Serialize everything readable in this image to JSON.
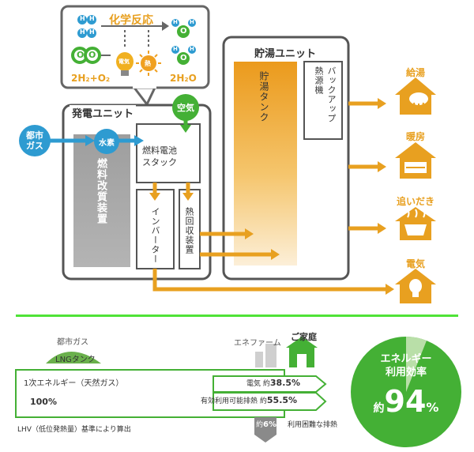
{
  "reaction": {
    "title": "化学反応",
    "h": "H",
    "o": "O",
    "reactants": "2H₂+O₂",
    "product": "2H₂O",
    "denki_label": "電気",
    "netsu_label": "熱"
  },
  "power_unit": {
    "title": "発電ユニット",
    "air": "空気",
    "city_gas": "都市\nガス",
    "hydrogen": "水素",
    "reformer": "燃料改質装置",
    "stack_line1": "燃料電池",
    "stack_line2": "スタック",
    "inverter": "インバーター",
    "heat_recovery": "熱回収装置"
  },
  "storage_unit": {
    "title": "貯湯ユニット",
    "tank": "貯湯タンク",
    "backup_line1": "バックアップ",
    "backup_line2": "熱源機"
  },
  "outputs": [
    "給湯",
    "暖房",
    "追いだき",
    "電気"
  ],
  "efficiency_panel": {
    "city_gas": "都市ガス",
    "lng": "LNGタンク",
    "enefarm": "エネファーム",
    "home": "ご家庭",
    "primary_label": "1次エネルギー（天然ガス）",
    "primary_value": "100%",
    "electricity_label": "電気",
    "electricity_approx": "約",
    "electricity_value": "38.5%",
    "heat_label": "有効利用可能排熱",
    "heat_approx": "約",
    "heat_value": "55.5%",
    "loss_approx": "約",
    "loss_value": "6%",
    "loss_label": "利用困難な排熱",
    "note": "LHV（低位発熱量）基準により算出",
    "circle_line1": "エネルギー",
    "circle_line2": "利用効率",
    "circle_approx": "約",
    "circle_value": "94",
    "circle_unit": "%"
  },
  "colors": {
    "orange": "#e8a020",
    "blue": "#2e9bd1",
    "green": "#44b035",
    "gray_box": "#a4a4a4",
    "divider": "#4fe337"
  }
}
